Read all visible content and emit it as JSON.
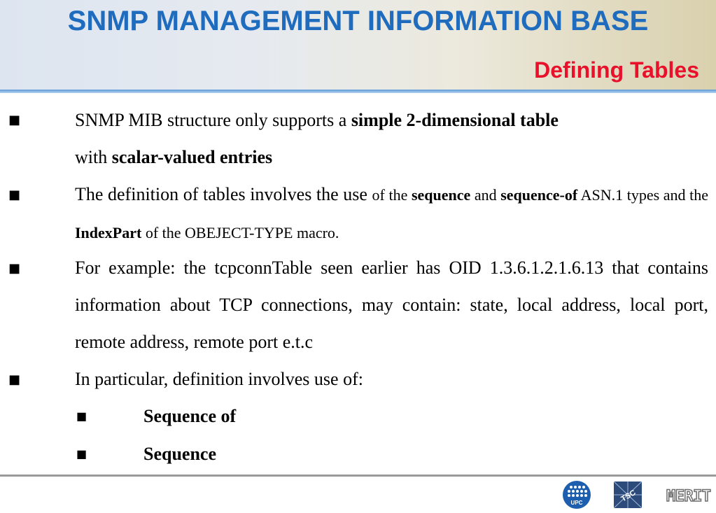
{
  "header": {
    "title": "SNMP MANAGEMENT INFORMATION BASE",
    "subtitle": "Defining Tables"
  },
  "bullets": [
    {
      "p1": "SNMP MIB structure only supports a ",
      "b1": "simple 2-dimensional table",
      "p2": "with ",
      "b2": "scalar-valued entries"
    },
    {
      "p1": "The definition of tables involves the use ",
      "s1": "of the ",
      "b1": "sequence",
      "s2": " and ",
      "b2": "sequence-of",
      "s3": " ASN.1 types and the ",
      "b3": "IndexPart",
      "s4": " of the OBEJECT-TYPE macro."
    },
    {
      "text": "For example: the tcpconnTable seen earlier has OID 1.3.6.1.2.1.6.13 that contains information about TCP connections, may contain: state, local address, local port, remote address, remote port e.t.c"
    },
    {
      "text": "In  particular, definition involves use of:"
    }
  ],
  "sub_bullets": [
    "Sequence of",
    "Sequence"
  ],
  "logos": {
    "upc": "UPC",
    "tsc": "TSC",
    "merit": "MERIT"
  },
  "colors": {
    "title": "#1f6cbf",
    "subtitle": "#e8102a",
    "upc_logo": "#1d5fae",
    "tsc_logo": "#2c4a7a"
  },
  "icons": {
    "bullet": "square-bullet-icon"
  }
}
